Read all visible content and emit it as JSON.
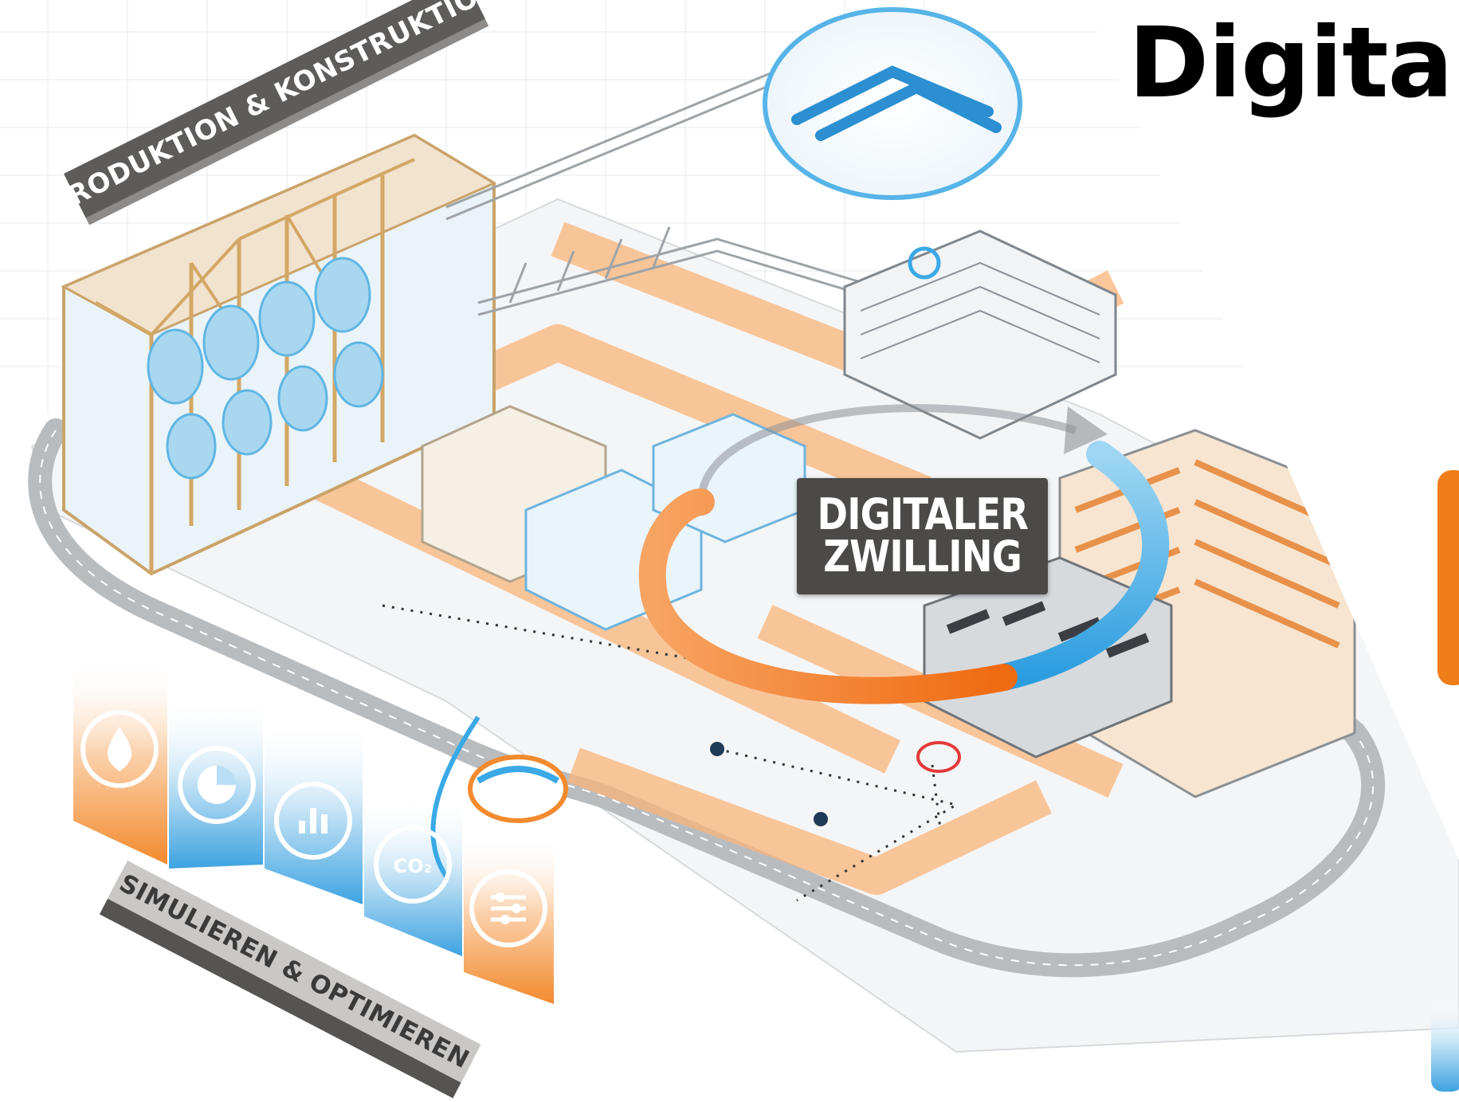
{
  "title": "Digital",
  "labels": {
    "top_bar": "PRODUKTION & KONSTRUKTION",
    "bottom_bar": "SIMULIEREN & OPTIMIEREN",
    "center_line1": "DIGITALER",
    "center_line2": "ZWILLING"
  },
  "colors": {
    "orange": "#f58a2c",
    "orange_light": "#fbc89a",
    "blue": "#3aa9e6",
    "blue_light": "#bfe3f6",
    "dark_label": "#4c4a48",
    "grey_bar": "#5e5c5b"
  },
  "icons": [
    "drop-icon",
    "pie-chart-icon",
    "bar-chart-icon",
    "co2-icon",
    "sliders-icon"
  ]
}
